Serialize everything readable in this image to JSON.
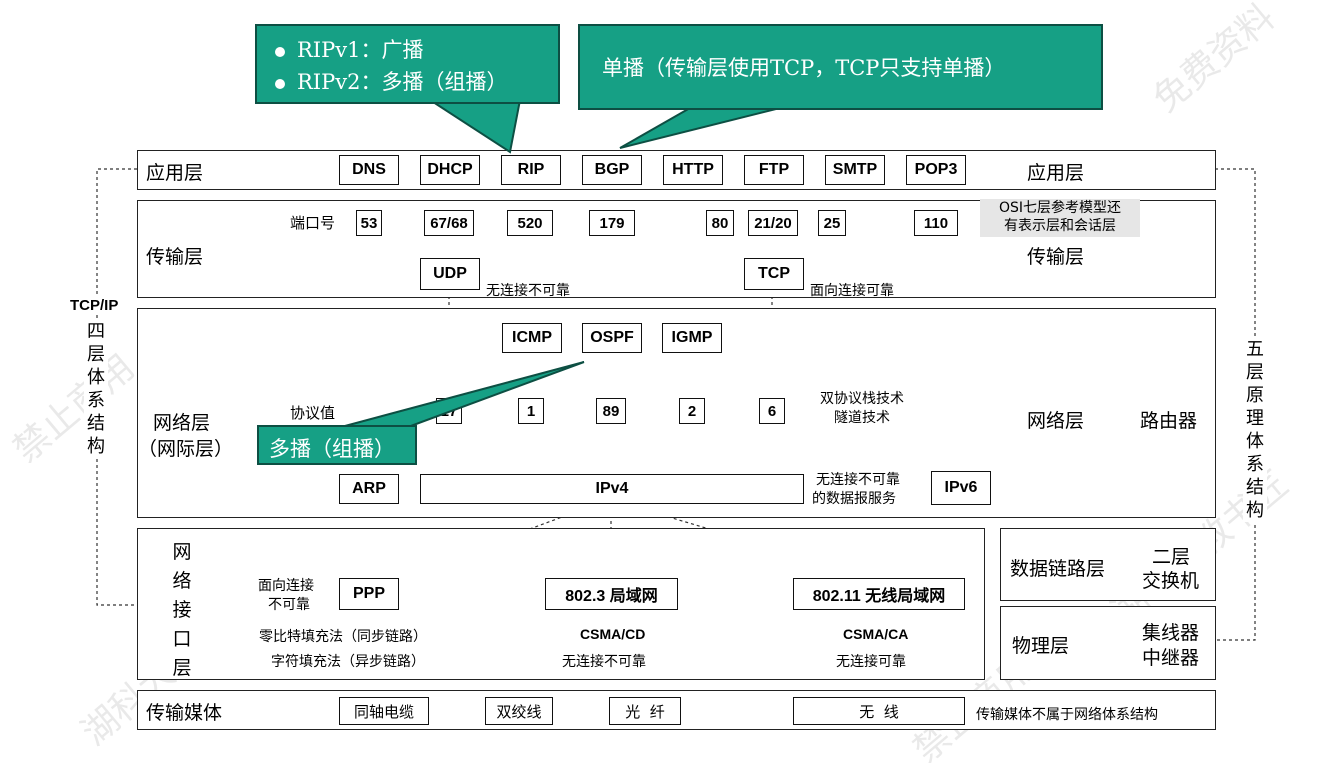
{
  "callouts": {
    "rip_items": [
      "RIPv1：广播",
      "RIPv2：多播（组播）"
    ],
    "tcp_note": "单播（传输层使用TCP，TCP只支持单播）",
    "ospf_note": "多播（组播）",
    "color": "#16a085"
  },
  "left_side": {
    "label_top": "TCP/IP",
    "label_chars": [
      "四",
      "层",
      "体",
      "系",
      "结",
      "构"
    ]
  },
  "right_side": {
    "label_chars": [
      "五",
      "层",
      "原",
      "理",
      "体",
      "系",
      "结",
      "构"
    ]
  },
  "app_layer": {
    "label_left": "应用层",
    "label_right": "应用层",
    "protocols": [
      "DNS",
      "DHCP",
      "RIP",
      "BGP",
      "HTTP",
      "FTP",
      "SMTP",
      "POP3"
    ]
  },
  "transport_layer": {
    "label_left": "传输层",
    "label_right": "传输层",
    "port_label": "端口号",
    "ports": [
      "53",
      "67/68",
      "520",
      "179",
      "80",
      "21/20",
      "25",
      "110"
    ],
    "osi_note_line1": "OSI七层参考模型还",
    "osi_note_line2": "有表示层和会话层",
    "udp": "UDP",
    "udp_note": "无连接不可靠",
    "tcp": "TCP",
    "tcp_note": "面向连接可靠"
  },
  "network_layer": {
    "label_line1": "网络层",
    "label_line2": "（网际层）",
    "label_right": "网络层",
    "device": "路由器",
    "protocols": [
      "ICMP",
      "OSPF",
      "IGMP"
    ],
    "proto_label": "协议值",
    "proto_values": [
      "17",
      "1",
      "89",
      "2",
      "6"
    ],
    "dual_stack_line1": "双协议栈技术",
    "dual_stack_line2": "隧道技术",
    "arp": "ARP",
    "ipv4": "IPv4",
    "ipv6": "IPv6",
    "ipv4_note_line1": "无连接不可靠",
    "ipv4_note_line2": "的数据报服务"
  },
  "netif_layer": {
    "label_chars": [
      "网",
      "络",
      "接",
      "口",
      "层"
    ],
    "ppp": "PPP",
    "ppp_note_line1": "面向连接",
    "ppp_note_line2": "不可靠",
    "ppp_fill1": "零比特填充法（同步链路）",
    "ppp_fill2": "字符填充法（异步链路）",
    "lan": "802.3 局域网",
    "lan_mac": "CSMA/CD",
    "lan_note": "无连接不可靠",
    "wlan": "802.11 无线局域网",
    "wlan_mac": "CSMA/CA",
    "wlan_note": "无连接可靠"
  },
  "right_layers": {
    "datalink": "数据链路层",
    "datalink_dev1": "二层",
    "datalink_dev2": "交换机",
    "physical": "物理层",
    "physical_dev1": "集线器",
    "physical_dev2": "中继器"
  },
  "media": {
    "label": "传输媒体",
    "items": [
      "同轴电缆",
      "双绞线",
      "光  纤",
      "无  线"
    ],
    "note": "传输媒体不属于网络体系结构"
  },
  "watermark": [
    "湖科大教书匠",
    "免费资料",
    "禁止商用"
  ]
}
